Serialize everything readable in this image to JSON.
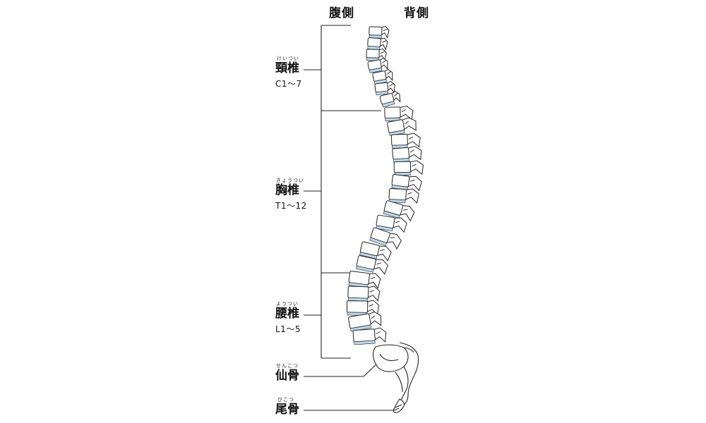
{
  "headers": {
    "ventral": "腹側",
    "dorsal": "背側"
  },
  "regions": {
    "cervical": {
      "ruby": "けいつい",
      "name": "頸椎",
      "range": "C1〜7"
    },
    "thoracic": {
      "ruby": "きょうつい",
      "name": "胸椎",
      "range": "T1〜12"
    },
    "lumbar": {
      "ruby": "ようつい",
      "name": "腰椎",
      "range": "L1〜5"
    },
    "sacrum": {
      "ruby": "せんこつ",
      "name": "仙骨"
    },
    "coccyx": {
      "ruby": "びこつ",
      "name": "尾骨"
    }
  },
  "colors": {
    "disc": "#bcd9ee",
    "line": "#222222",
    "bone": "#ffffff"
  },
  "vertebra_counts": {
    "cervical": 7,
    "thoracic": 12,
    "lumbar": 5
  }
}
